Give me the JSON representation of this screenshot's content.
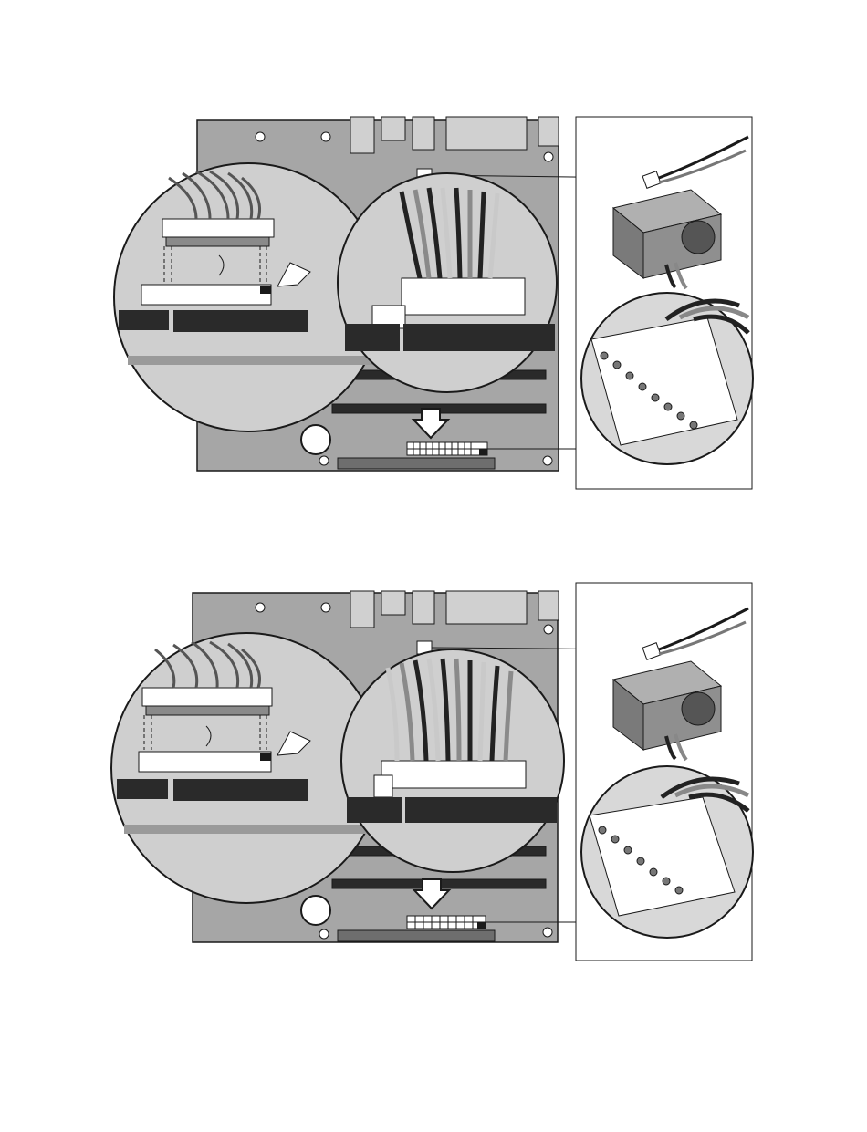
{
  "figures": [
    {
      "id": "fig-top",
      "variant": "24-pin"
    },
    {
      "id": "fig-bottom",
      "variant": "20-pin"
    }
  ],
  "colors": {
    "board": "#a6a6a6",
    "board_dark": "#6e6e6e",
    "connector_black": "#2a2a2a",
    "line": "#1a1a1a",
    "wire_light": "#c9c9c9",
    "wire_mid": "#8a8a8a",
    "wire_dark": "#222222",
    "panel_bg": "#ffffff",
    "zoom_bg": "#cfcfcf"
  },
  "icons": [
    "power-supply-icon",
    "atx-connector-icon",
    "cpu-power-plug-icon",
    "down-arrow-icon",
    "insert-arrow-icon"
  ]
}
